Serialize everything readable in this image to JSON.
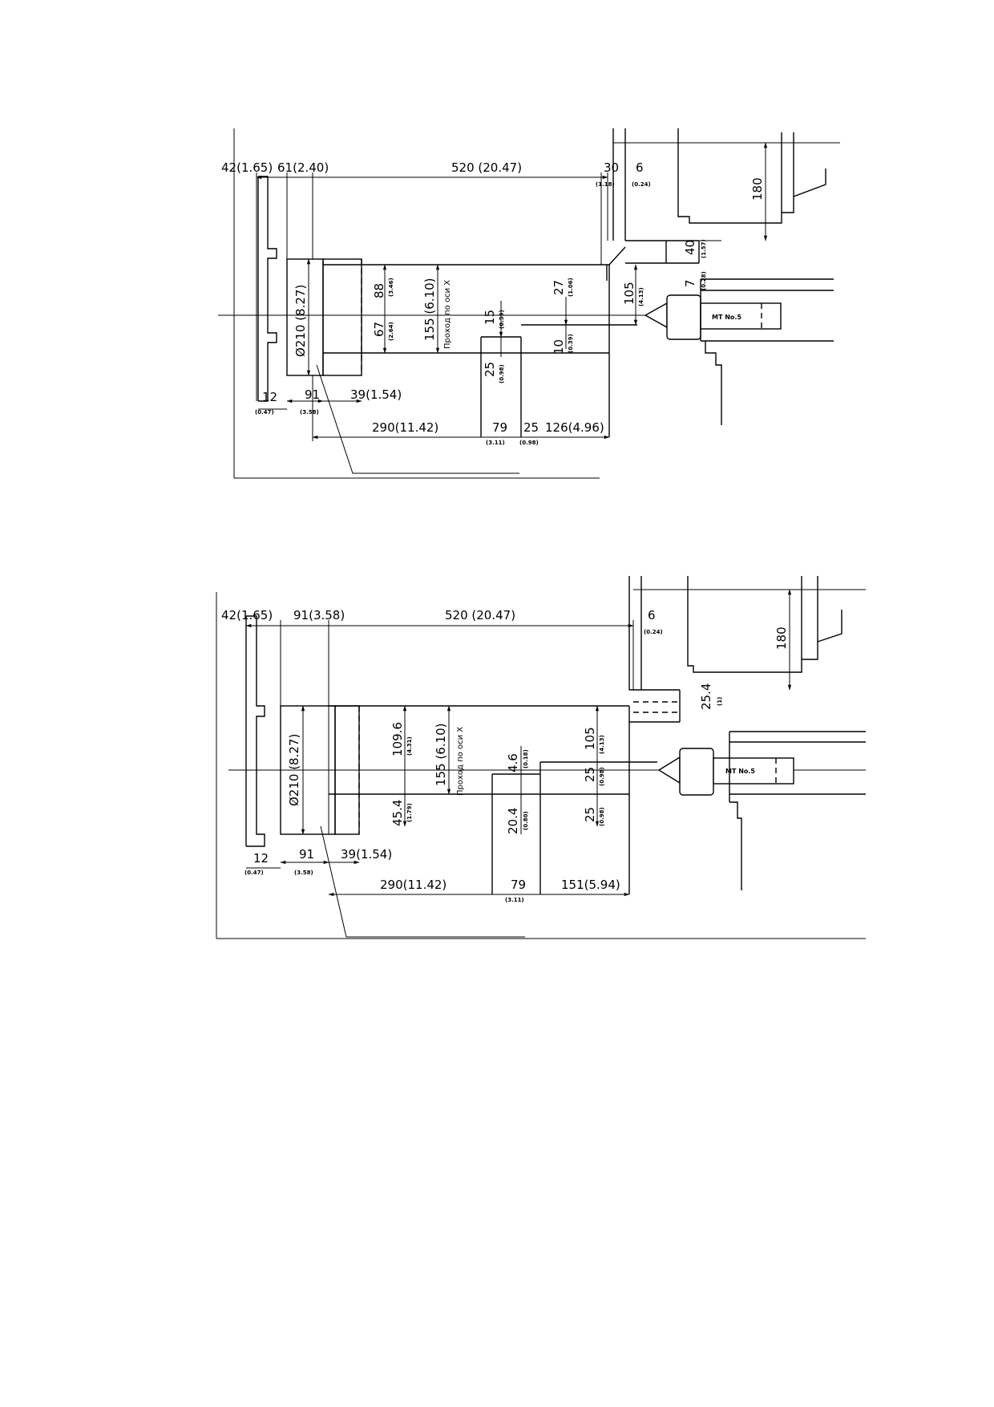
{
  "top": {
    "dims": {
      "d42": "42(1.65)",
      "d61": "61(2.40)",
      "d520": "520 (20.47)",
      "d30": "30",
      "d30s": "(1.18)",
      "d6": "6",
      "d6s": "(0.24)",
      "d180": "180",
      "d40": "40",
      "d40s": "(1.57)",
      "d7": "7",
      "d7s": "(0.28)",
      "d88": "88",
      "d88s": "(3.46)",
      "d67": "67",
      "d67s": "(2.64)",
      "d155": "155 (6.10)",
      "d210": "Ø210 (8.27)",
      "d15": "15",
      "d15s": "(0.59)",
      "d25v": "25",
      "d25vs": "(0.98)",
      "d27": "27",
      "d27s": "(1.06)",
      "d10": "10",
      "d10s": "(0.39)",
      "d105": "105",
      "d105s": "(4.13)",
      "d12": "12",
      "d12s": "(0.47)",
      "d91": "91",
      "d91s": "(3.58)",
      "d39": "39(1.54)",
      "d290": "290(11.42)",
      "d79": "79",
      "d79s": "(3.11)",
      "d25h": "25",
      "d25hs": "(0.98)",
      "d126": "126(4.96)"
    },
    "x_travel_note": "Проход по оси X",
    "taper_label": "MT No.5"
  },
  "bottom": {
    "dims": {
      "d42": "42(1.65)",
      "d91t": "91(3.58)",
      "d520": "520 (20.47)",
      "d6": "6",
      "d6s": "(0.24)",
      "d180": "180",
      "d254": "25.4",
      "d254s": "(1)",
      "d1096": "109.6",
      "d1096s": "(4.31)",
      "d454": "45.4",
      "d454s": "(1.79)",
      "d155": "155 (6.10)",
      "d210": "Ø210 (8.27)",
      "d46": "4.6",
      "d46s": "(0.18)",
      "d204": "20.4",
      "d204s": "(0.80)",
      "d105": "105",
      "d105s": "(4.13)",
      "d25a": "25",
      "d25as": "(0.98)",
      "d25b": "25",
      "d25bs": "(0.98)",
      "d12": "12",
      "d12s": "(0.47)",
      "d91": "91",
      "d91s": "(3.58)",
      "d39": "39(1.54)",
      "d290": "290(11.42)",
      "d79": "79",
      "d79s": "(3.11)",
      "d151": "151(5.94)"
    },
    "x_travel_note": "Проход по оси X",
    "taper_label": "MT No.5"
  }
}
